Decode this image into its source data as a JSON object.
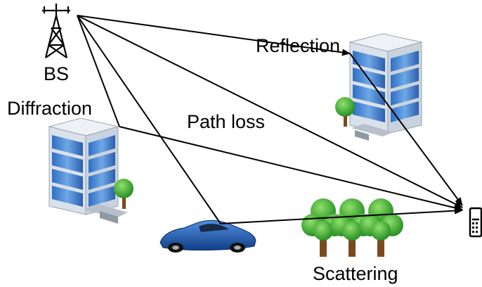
{
  "labels": {
    "bs": "BS",
    "reflection": "Reflection",
    "diffraction": "Diffraction",
    "path_loss": "Path loss",
    "scattering": "Scattering"
  },
  "colors": {
    "ray": "#000000",
    "building_glass": "#3f7fd0",
    "building_glass_light": "#a9cbef",
    "building_frame": "#dfe6ee",
    "tree_green": "#2ea82e",
    "tree_trunk": "#7a4a1e",
    "car_blue": "#1f5fb8"
  },
  "icons": [
    "tower-icon",
    "building-icon",
    "tree-icon",
    "car-icon",
    "phone-icon"
  ]
}
